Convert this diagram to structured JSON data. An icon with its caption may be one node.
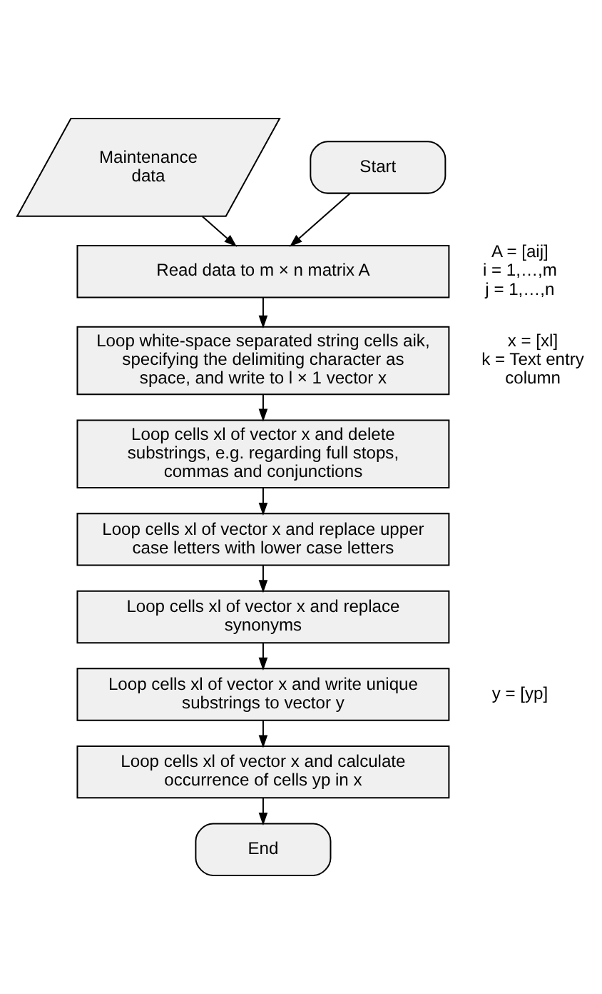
{
  "diagram": {
    "nodes": [
      {
        "text": [
          "Start"
        ]
      },
      {
        "text": [
          "Maintenance data"
        ]
      },
      {
        "text": [
          "Read data to m × n matrix A"
        ],
        "beside": [
          "A = [aij]",
          "i = 1,…,m",
          "j = 1,…,n"
        ]
      },
      {
        "text": [
          "Loop white-space separated string cells aik, specifying the delimiting character as space, and write to l × 1 vector x"
        ],
        "beside": [
          "x = [xl]",
          "k = Text entry column"
        ]
      },
      {
        "text": [
          "Loop cells xl of vector x and delete substrings, e.g. regarding full stops, commas and conjunctions"
        ]
      },
      {
        "text": [
          "Loop cells xl of vector x and replace upper case letters with lower case letters"
        ]
      },
      {
        "text": [
          "Loop cells xl of vector x and replace synonyms"
        ]
      },
      {
        "text": [
          "Loop cells xl of vector x and write unique substrings to vector y"
        ],
        "beside": [
          "y = [yp]"
        ]
      },
      {
        "text": [
          "Loop cells xl of vector x and calculate occurrence of cells yp in x"
        ]
      },
      {
        "text": [
          "End"
        ]
      }
    ],
    "edges": [
      {
        "from": 0,
        "to": 2,
        "arrow": "to"
      },
      {
        "from": 1,
        "to": 2,
        "arrow": "to"
      },
      {
        "from": 2,
        "to": 3,
        "arrow": "to"
      },
      {
        "from": 3,
        "to": 4,
        "arrow": "to"
      },
      {
        "from": 4,
        "to": 5,
        "arrow": "to"
      },
      {
        "from": 5,
        "to": 6,
        "arrow": "to"
      },
      {
        "from": 6,
        "to": 7,
        "arrow": "to"
      },
      {
        "from": 7,
        "to": 8,
        "arrow": "to"
      },
      {
        "from": 8,
        "to": 9,
        "arrow": "to"
      }
    ]
  }
}
